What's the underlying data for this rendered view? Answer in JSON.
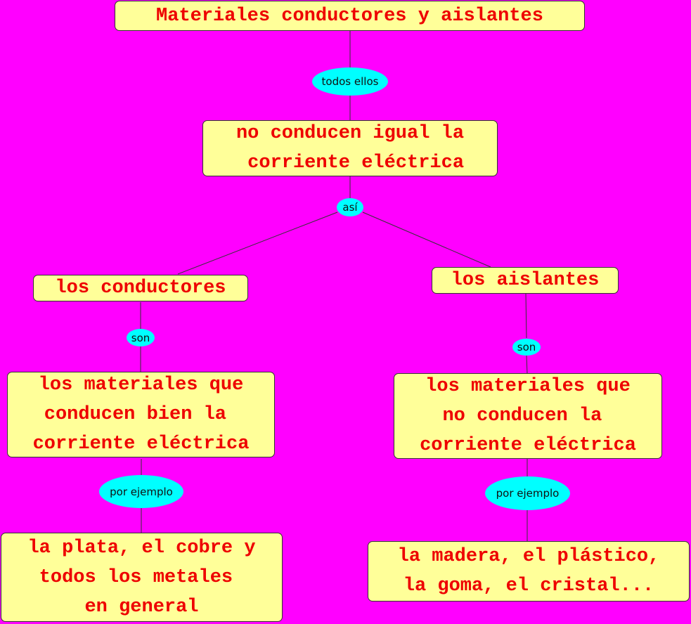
{
  "diagram": {
    "background": "#ff00ff",
    "concept_fill": "#ffff99",
    "concept_text_color": "#ee0000",
    "linker_fill": "#00ffff",
    "concepts": {
      "root": "Materiales conductores y aislantes",
      "no_conducen": "no conducen igual la\n corriente eléctrica",
      "conductores": "los conductores",
      "aislantes": "los aislantes",
      "def_conductores": "los materiales que\nconducen bien la \ncorriente eléctrica",
      "def_aislantes": "los materiales que\nno conducen la \ncorriente eléctrica",
      "ej_conductores": "la plata, el cobre y\ntodos los metales \nen general",
      "ej_aislantes": "la madera, el plástico,\nla goma, el cristal..."
    },
    "linking_phrases": {
      "todos_ellos": "todos ellos",
      "asi": "así",
      "son_left": "son",
      "son_right": "son",
      "por_ejemplo_left": "por ejemplo",
      "por_ejemplo_right": "por ejemplo"
    }
  }
}
